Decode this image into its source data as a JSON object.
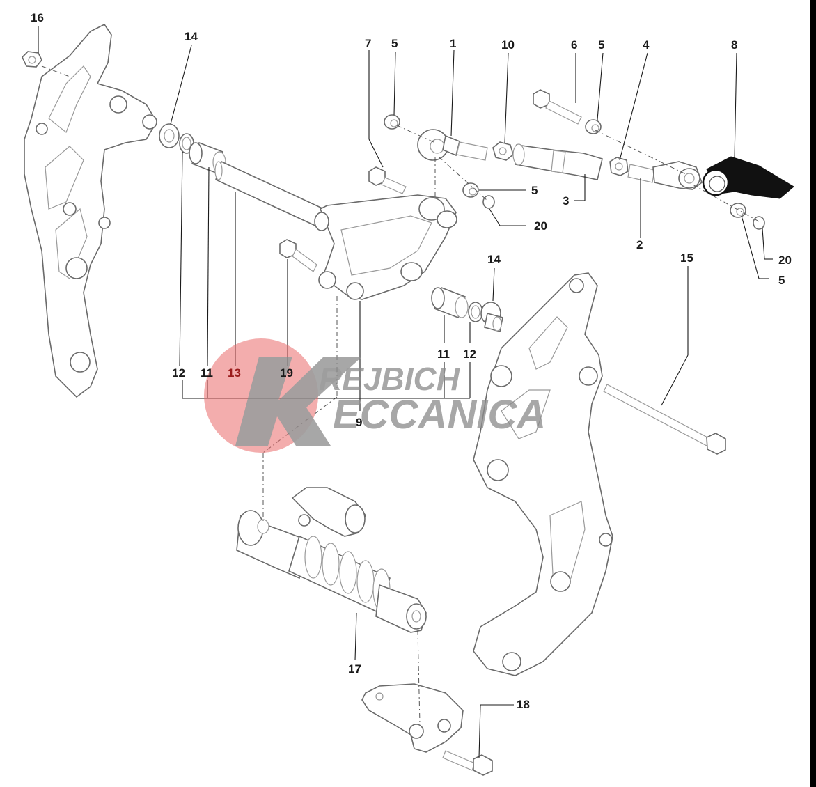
{
  "diagram": {
    "part_numbers": {
      "p1": "1",
      "p2": "2",
      "p3": "3",
      "p4": "4",
      "p5a": "5",
      "p5b": "5",
      "p5c": "5",
      "p5d": "5",
      "p6": "6",
      "p7": "7",
      "p8": "8",
      "p9": "9",
      "p10": "10",
      "p11a": "11",
      "p11b": "11",
      "p12a": "12",
      "p12b": "12",
      "p13": "13",
      "p14a": "14",
      "p14b": "14",
      "p15": "15",
      "p16": "16",
      "p17": "17",
      "p18": "18",
      "p19": "19",
      "p20a": "20",
      "p20b": "20"
    },
    "colors": {
      "watermark_red": "#e86a6a",
      "watermark_grey": "#8c8c8c",
      "line": "#6a6a6a"
    }
  },
  "watermark": {
    "line1": "REJBICH",
    "line2": "ECCANICA"
  }
}
